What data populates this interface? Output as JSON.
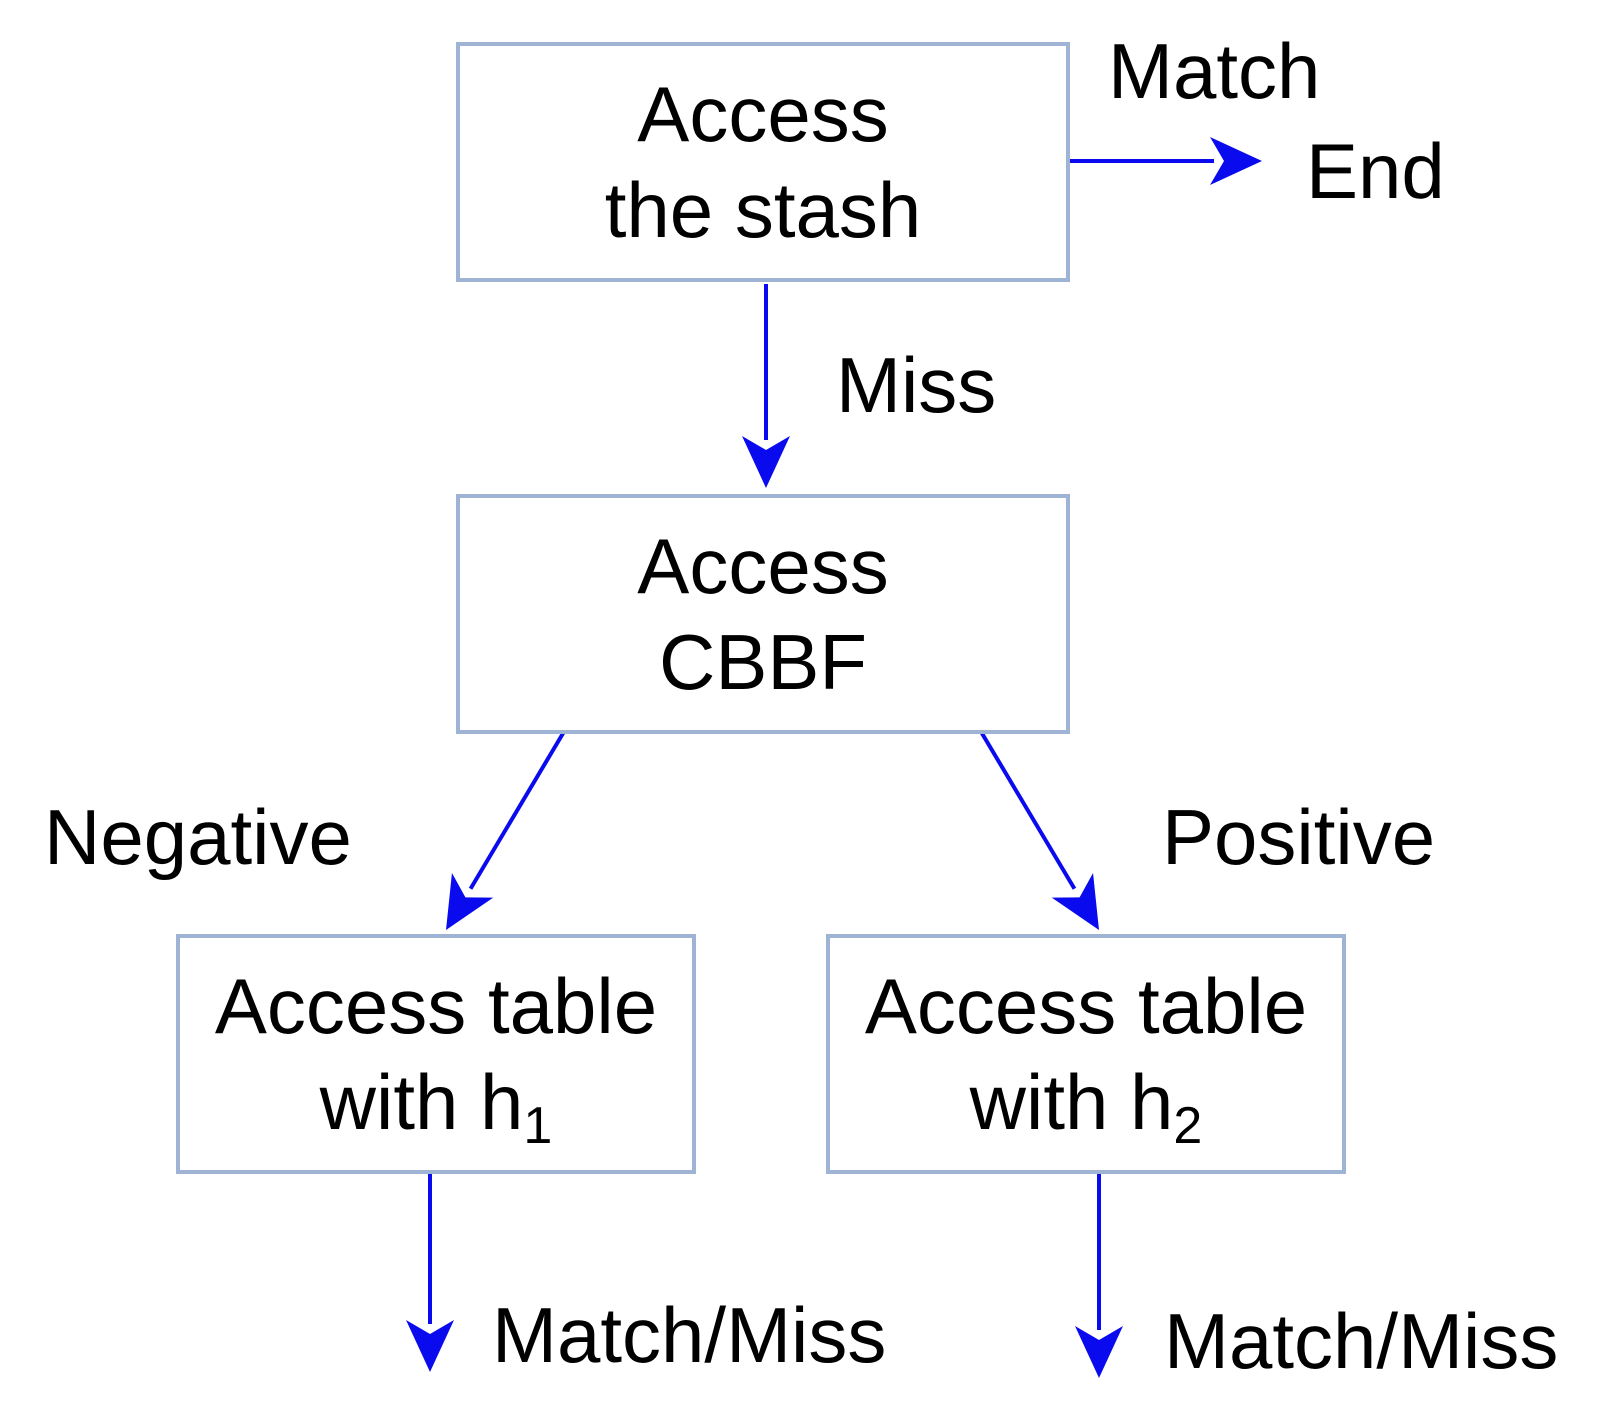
{
  "nodes": {
    "stash": {
      "line1": "Access",
      "line2": "the stash"
    },
    "cbbf": {
      "line1": "Access",
      "line2": "CBBF"
    },
    "table_h1": {
      "line1": "Access table",
      "line2_text": "with h",
      "line2_sub": "1"
    },
    "table_h2": {
      "line1": "Access table",
      "line2_text": "with h",
      "line2_sub": "2"
    }
  },
  "edge_labels": {
    "match": "Match",
    "end": "End",
    "miss": "Miss",
    "negative": "Negative",
    "positive": "Positive",
    "out_left": "Match/Miss",
    "out_right": "Match/Miss"
  },
  "colors": {
    "arrow": "#0a0aee",
    "box_border": "#9fb3d4"
  }
}
